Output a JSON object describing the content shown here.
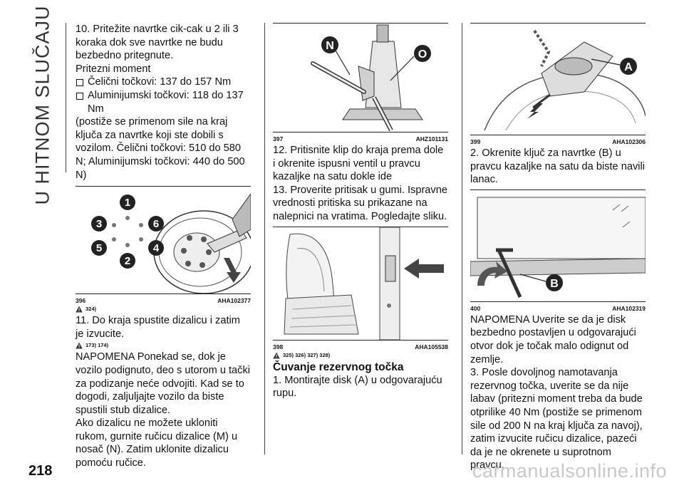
{
  "side_title": "U HITNOM SLUČAJU",
  "page_number": "218",
  "watermark": "carmanualsonline.info",
  "col1": {
    "step10": "10. Pritežite navrtke cik-cak u 2 ili 3 koraka dok sve navrtke ne budu bezbedno pritegnute.",
    "torque_title": "Pritezni moment",
    "torque_steel": "Čelični točkovi: 137 do 157 Nm",
    "torque_alu": "Aluminijumski točkovi: 118 do 137 Nm",
    "torque_note": "(postiže se primenom sile na kraj ključa za navrtke koji ste dobili s vozilom. Čelični točkovi: 510 do 580 N; Aluminijumski točkovi: 440 do 500 N)",
    "fig": {
      "number": "396",
      "code": "AHA102377",
      "labels": [
        "1",
        "2",
        "3",
        "4",
        "5",
        "6"
      ]
    },
    "refs_a": "324)",
    "step11": "11. Do kraja spustite dizalicu i zatim je izvucite.",
    "refs_b": "173) 174)",
    "note": "NAPOMENA Ponekad se, dok je vozilo podignuto, deo s utorom u tački za podizanje neće odvojiti. Kad se to dogodi, zaljuljajte vozilo da biste spustili stub dizalice.",
    "tip": "Ako dizalicu ne možete ukloniti rukom, gurnite ručicu dizalice (M) u nosač (N). Zatim uklonite dizalicu pomoću ručice."
  },
  "col2": {
    "fig1": {
      "number": "397",
      "code": "AHZ101131",
      "labels": [
        "N",
        "O"
      ]
    },
    "step12": "12. Pritisnite klip do kraja prema dole i okrenite ispusni ventil u pravcu kazaljke na satu dokle ide",
    "step13": "13. Proverite pritisak u gumi. Ispravne vrednosti pritiska su prikazane na nalepnici na vratima. Pogledajte sliku.",
    "fig2": {
      "number": "398",
      "code": "AHA105538"
    },
    "refs": "325) 326) 327) 328)",
    "section_title": "Čuvanje rezervnog točka",
    "step1": "1. Montirajte disk (A) u odgovarajuću rupu."
  },
  "col3": {
    "fig1": {
      "number": "399",
      "code": "AHA102306",
      "label": "A"
    },
    "step2": "2. Okrenite ključ za navrtke (B) u pravcu kazaljke na satu da biste navili lanac.",
    "fig2": {
      "number": "400",
      "code": "AHA102319",
      "label": "B"
    },
    "note": "NAPOMENA Uverite se da je disk bezbedno postavljen u odgovarajući otvor dok je točak malo odignut od zemlje.",
    "step3": "3. Posle dovoljnog namotavanja rezervnog točka, uverite se da nije labav (pritezni moment treba da bude otprilike 40 Nm (postiže se primenom sile od 200 N na kraj ključa za navoj), zatim izvucite ručicu dizalice, pazeći da je ne okrenete u suprotnom pravcu."
  }
}
